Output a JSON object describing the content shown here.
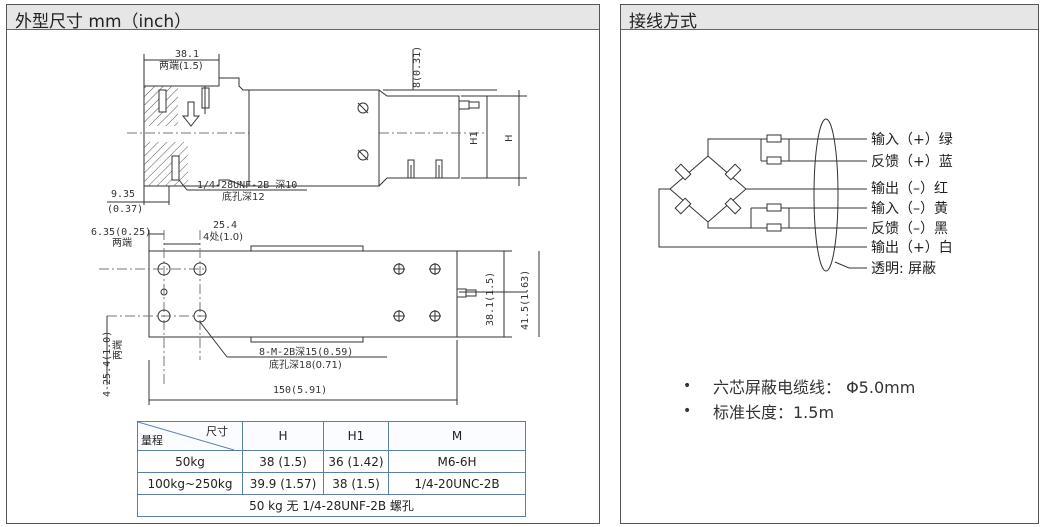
{
  "left_title": "外型尺寸 mm（inch）",
  "right_title": "接线方式",
  "drawing": {
    "dim_top_width": "38.1",
    "dim_top_width_note": "两端(1.5)",
    "dim_top_height": "8(0.31)",
    "label_h1": "H1",
    "label_h": "H",
    "thread_note_1": "1/4-28UNF-2B 深10",
    "thread_note_2": "底孔深12",
    "dim_side_1": "9.35",
    "dim_side_2": "(0.37)",
    "dim_hole_edge": "6.35(0.25)",
    "dim_hole_edge_note": "两端",
    "dim_hole_pitch": "25.4",
    "dim_hole_pitch_note": "4处(1.0)",
    "dim_height_1": "38.1(1.5)",
    "dim_height_2": "41.5(1.63)",
    "dim_left_vertical": "4-25.4(1.0)",
    "dim_left_vertical_note": "两端",
    "holes_note_1": "8-M-2B深15(0.59)",
    "holes_note_2": "底孔深18(0.71)",
    "dim_length": "150(5.91)"
  },
  "table": {
    "header_diag_top": "尺寸",
    "header_diag_bottom": "量程",
    "columns": [
      "H",
      "H1",
      "M"
    ],
    "rows": [
      {
        "range": "50kg",
        "h": "38 (1.5)",
        "h1": "36 (1.42)",
        "m": "M6-6H"
      },
      {
        "range": "100kg~250kg",
        "h": "39.9 (1.57)",
        "h1": "38 (1.5)",
        "m": "1/4-20UNC-2B"
      }
    ],
    "footer": "50 kg 无 1/4-28UNF-2B 螺孔"
  },
  "wiring": {
    "wires": [
      "输入（+）绿",
      "反馈（+）蓝",
      "输出（–）红",
      "输入（–）黄",
      "反馈（–）黑",
      "输出（+）白",
      "透明: 屏蔽"
    ]
  },
  "specs": [
    {
      "bullet": "•",
      "text": "六芯屏蔽电缆线：  Φ5.0mm"
    },
    {
      "bullet": "•",
      "text": "标准长度：1.5m"
    }
  ]
}
